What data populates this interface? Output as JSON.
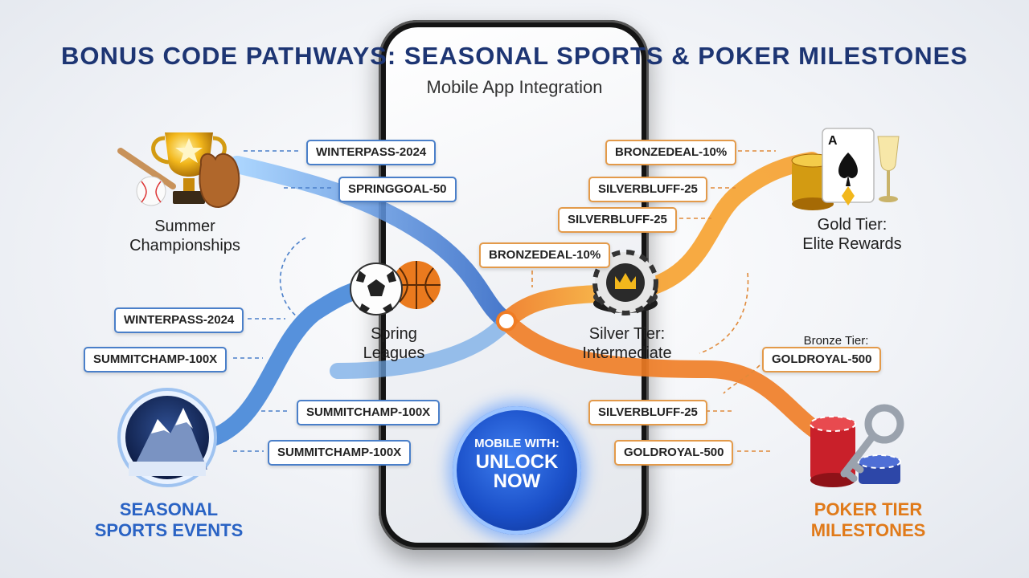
{
  "header": {
    "title": "BONUS CODE PATHWAYS: SEASONAL SPORTS & POKER MILESTONES",
    "subtitle": "Mobile App Integration"
  },
  "nodes": {
    "summer": "Summer\nChampionships",
    "spring": "Spring\nLeagues",
    "seasonal": "SEASONAL\nSPORTS EVENTS",
    "silver": "Silver Tier:\nIntermediate",
    "gold": "Gold Tier:\nElite Rewards",
    "bronze": "Bronze Tier:",
    "poker": "POKER TIER\nMILESTONES"
  },
  "codes": {
    "c1": "WINTERPASS-2024",
    "c2": "SPRINGGOAL-50",
    "c3": "WINTERPASS-2024",
    "c4": "SUMMITCHAMP-100X",
    "c5": "SUMMITCHAMP-100X",
    "c6": "SUMMITCHAMP-100X",
    "c7": "BRONZEDEAL-10%",
    "c8": "BRONZEDEAL-10%",
    "c9": "SILVERBLUFF-25",
    "c10": "SILVERBLUFF-25",
    "c11": "GOLDROYAL-500",
    "c12": "SILVERBLUFF-25",
    "c13": "GOLDROYAL-500"
  },
  "cta": {
    "small": "MOBILE WITH:",
    "big": "UNLOCK\nNOW"
  },
  "colors": {
    "title": "#1d3573",
    "sports_path": "#3a7fd6",
    "poker_path": "#f08a2c",
    "cta": "#1a4fc8"
  },
  "icons": [
    "trophy-icon",
    "baseball-glove-icon",
    "soccer-ball-icon",
    "basketball-icon",
    "mountain-icon",
    "poker-chip-crown-icon",
    "ace-spade-card-icon",
    "champagne-icon",
    "chip-stack-icon",
    "key-icon"
  ]
}
